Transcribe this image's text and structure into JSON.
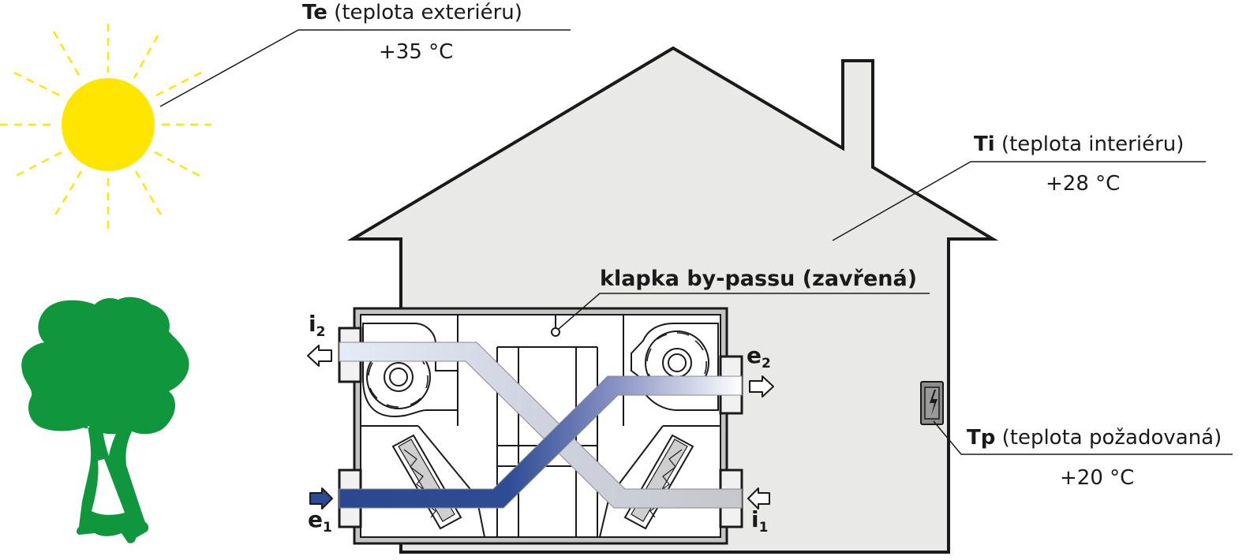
{
  "exterior": {
    "symbol": "Te",
    "text": " (teplota exteriéru)",
    "value": "+35 °C"
  },
  "interior": {
    "symbol": "Ti",
    "text": " (teplota interiéru)",
    "value": "+28 °C"
  },
  "required": {
    "symbol": "Tp",
    "text": " (teplota požadovaná)",
    "value": "+20 °C"
  },
  "bypass_label": "klapka by-passu (zavřená)",
  "ports": {
    "i2": {
      "letter": "i",
      "sub": "2"
    },
    "e2": {
      "letter": "e",
      "sub": "2"
    },
    "e1": {
      "letter": "e",
      "sub": "1"
    },
    "i1": {
      "letter": "i",
      "sub": "1"
    }
  },
  "colors": {
    "sun": "#ffe600",
    "tree": "#10963c",
    "house_fill": "#e9e9e8",
    "fresh_air": "#2e4a92",
    "exhaust_air": "#c8c9cf",
    "unit_frame": "#c4c4c4"
  }
}
